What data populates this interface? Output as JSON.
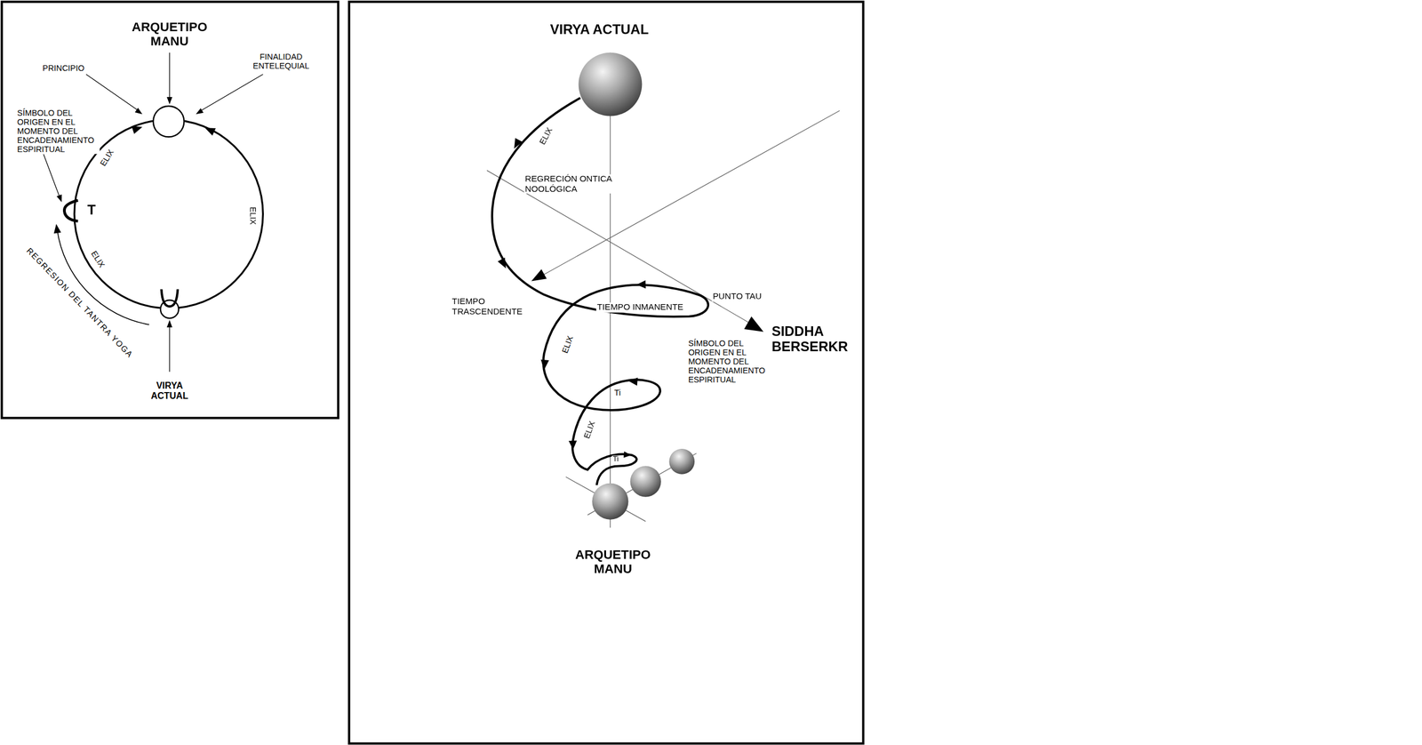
{
  "diagram": {
    "labels": [
      "ARQUETIPO MANU",
      "PRINCIPIO",
      "FINALIDAD ENTELEQUIAL",
      "SÍMBOLO DEL ORIGEN EN EL MOMENTO DEL ENCADENAMIENTO ESPIRITUAL",
      "ELIX",
      "T",
      "ELIX",
      "ELIX",
      "REGRESION DEL TANTRA YOGA",
      "VIRYA ACTUAL",
      "VIRYA ACTUAL",
      "ELIX",
      "REGRECIÓN ONTICA NOOLÓGICA",
      "TIEMPO TRASCENDENTE",
      "TIEMPO INMANENTE",
      "PUNTO TAU",
      "SIDDHA BERSERKR",
      "SÍMBOLO DEL ORIGEN EN EL MOMENTO DEL ENCADENAMIENTO ESPIRITUAL",
      "ELIX",
      "Ti",
      "ELIX",
      "Ti",
      "ARQUETIPO MANU"
    ]
  }
}
